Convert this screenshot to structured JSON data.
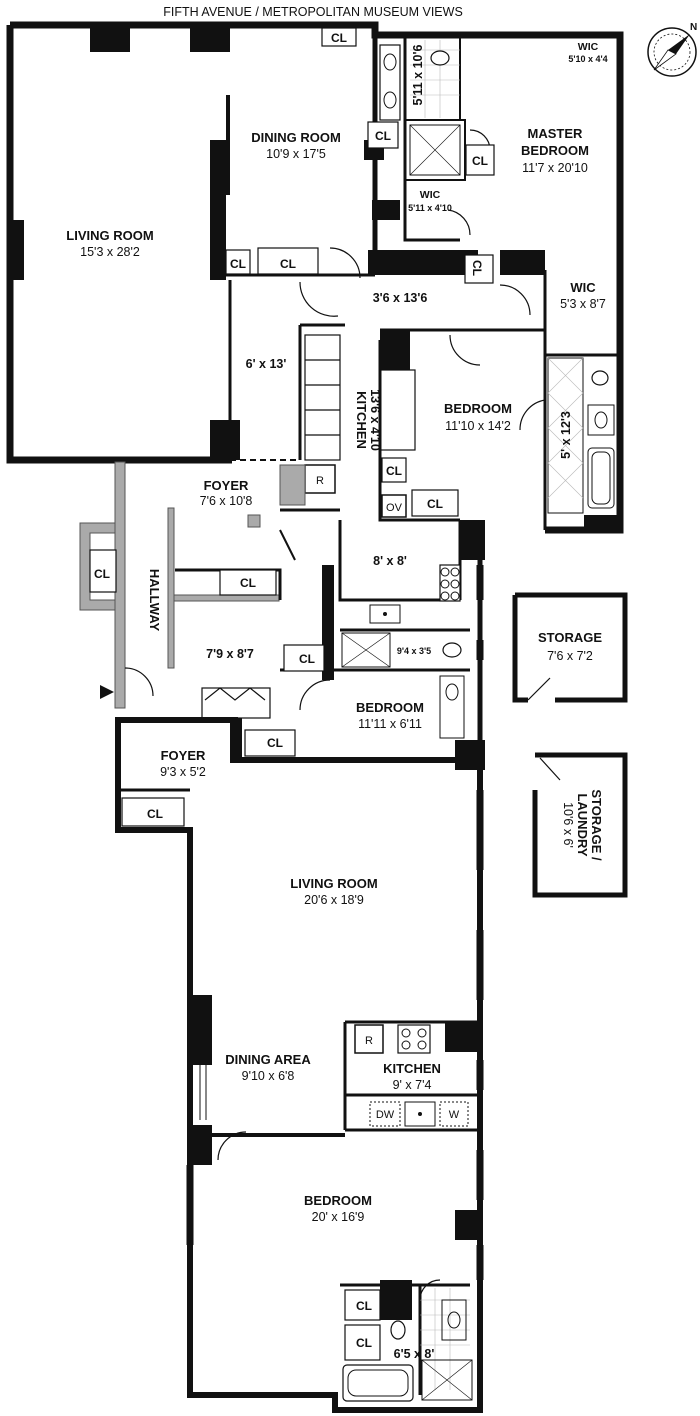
{
  "header": {
    "title": "FIFTH AVENUE / METROPOLITAN MUSEUM VIEWS"
  },
  "rooms": {
    "living_room_a": {
      "name": "LIVING ROOM",
      "dims": "15'3 x 28'2"
    },
    "dining_room": {
      "name": "DINING ROOM",
      "dims": "10'9 x 17'5"
    },
    "master_bedroom": {
      "name": "MASTER",
      "name2": "BEDROOM",
      "dims": "11'7 x 20'10"
    },
    "wic_top": {
      "name": "WIC",
      "dims": "5'10 x 4'4"
    },
    "master_bath": {
      "dims": "5'11 x 10'6"
    },
    "wic_mid": {
      "name": "WIC",
      "dims": "5'11 x 4'10"
    },
    "wic_right": {
      "name": "WIC",
      "dims": "5'3 x 8'7"
    },
    "gallery": {
      "dims": "3'6 x 13'6"
    },
    "nook": {
      "dims": "6' x 13'"
    },
    "kitchen_a": {
      "name": "KITCHEN",
      "dims": "13'6 x 4'10"
    },
    "bedroom_a": {
      "name": "BEDROOM",
      "dims": "11'10 x 14'2"
    },
    "bath_a": {
      "dims": "5' x 12'3"
    },
    "foyer_a": {
      "name": "FOYER",
      "dims": "7'6 x 10'8"
    },
    "hallway": {
      "name": "HALLWAY"
    },
    "room_8x8": {
      "dims": "8' x 8'"
    },
    "room_7_9": {
      "dims": "7'9 x 8'7"
    },
    "bath_b": {
      "dims": "9'4 x 3'5"
    },
    "bedroom_b": {
      "name": "BEDROOM",
      "dims": "11'11 x 6'11"
    },
    "storage_a": {
      "name": "STORAGE",
      "dims": "7'6 x 7'2"
    },
    "storage_b": {
      "name": "STORAGE /",
      "name2": "LAUNDRY",
      "dims": "10'6 x 6'"
    },
    "foyer_b": {
      "name": "FOYER",
      "dims": "9'3 x 5'2"
    },
    "living_room_b": {
      "name": "LIVING ROOM",
      "dims": "20'6 x 18'9"
    },
    "dining_area": {
      "name": "DINING AREA",
      "dims": "9'10 x 6'8"
    },
    "kitchen_b": {
      "name": "KITCHEN",
      "dims": "9' x 7'4"
    },
    "bedroom_c": {
      "name": "BEDROOM",
      "dims": "20' x 16'9"
    },
    "bath_c": {
      "dims": "6'5 x 8'"
    }
  },
  "labels": {
    "closet": "CL",
    "refrigerator": "R",
    "oven": "OV",
    "dishwasher": "DW",
    "washer": "W"
  },
  "compass": {
    "letter": "N"
  }
}
